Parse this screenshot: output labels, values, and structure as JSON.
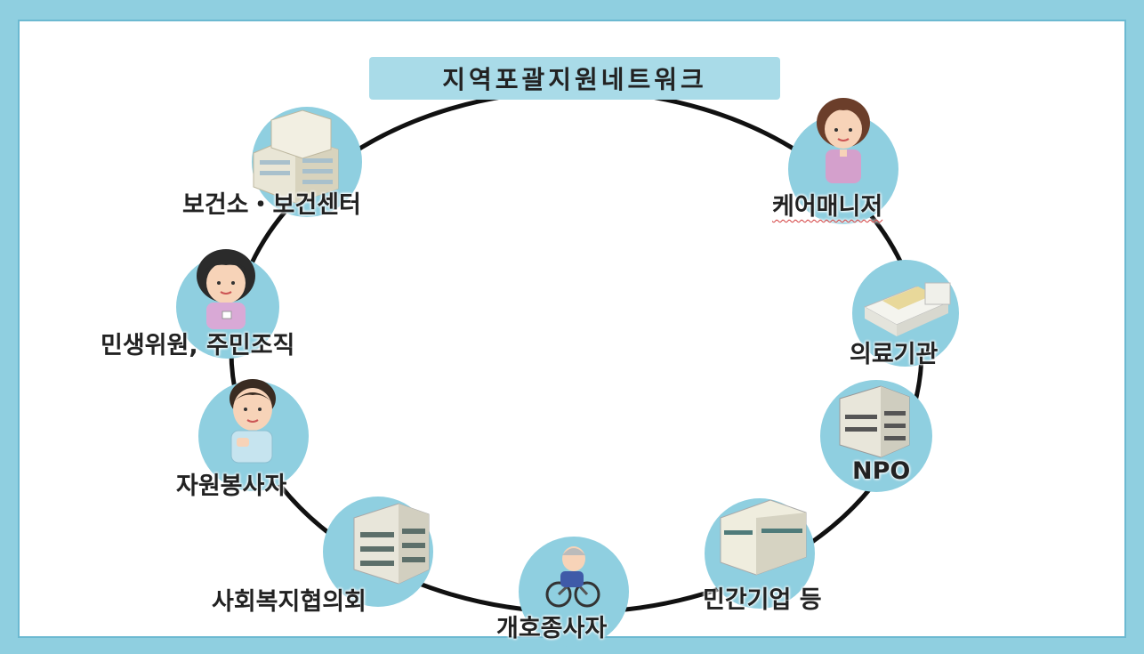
{
  "title": "지역포괄지원네트워크",
  "nodes": [
    {
      "id": "health-center",
      "label": "보건소・보건센터",
      "icon": "building-icon"
    },
    {
      "id": "care-manager",
      "label": "케어매니저",
      "icon": "woman-staff-icon"
    },
    {
      "id": "welfare-commissioner",
      "label": "민생위원, 주민조직",
      "icon": "woman-volunteer-icon"
    },
    {
      "id": "medical-institution",
      "label": "의료기관",
      "icon": "hospital-bed-icon"
    },
    {
      "id": "volunteer",
      "label": "자원봉사자",
      "icon": "man-volunteer-icon"
    },
    {
      "id": "npo",
      "label": "NPO",
      "icon": "office-building-icon"
    },
    {
      "id": "social-welfare-council",
      "label": "사회복지협의회",
      "icon": "apartment-building-icon"
    },
    {
      "id": "care-worker",
      "label": "개호종사자",
      "icon": "elderly-bicycle-icon"
    },
    {
      "id": "private-company",
      "label": "민간기업 등",
      "icon": "company-building-icon"
    }
  ],
  "colors": {
    "frame": "#8fcfe0",
    "circle_bg": "#8fcfe0",
    "ring": "#111111",
    "title_bg": "#a9dbe8"
  }
}
